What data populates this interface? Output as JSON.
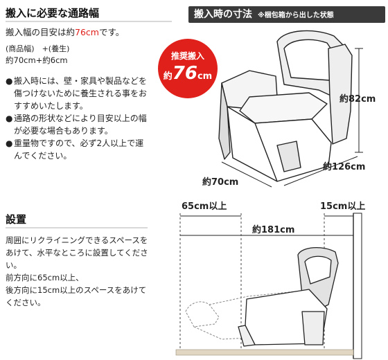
{
  "passage": {
    "title": "搬入に必要な通路幅",
    "width_prefix": "搬入幅の目安は約",
    "width_value": "76cm",
    "width_suffix": "です。",
    "formula_line1": "(商品幅)　+(養生)",
    "formula_line2": "約70cm+約6cm",
    "bullet_marker": "●",
    "bullets": [
      "搬入時には、壁・家具や製品などを傷つけないために養生される事をおすすめいたします。",
      "通路の形状などにより目安以上の幅が必要な場合もあります。",
      "重量物ですので、必ず2人以上で運んでください。"
    ]
  },
  "dimensions": {
    "title": "搬入時の寸法",
    "note": "※梱包箱から出した状態",
    "badge_line1": "推奨搬入",
    "badge_prefix": "約",
    "badge_value": "76",
    "badge_unit": "cm",
    "height": "約82cm",
    "depth": "約126cm",
    "width": "約70cm"
  },
  "install": {
    "title": "設置",
    "lines": [
      "周囲にリクライニングできるスペースをあけて、水平なところに設置してください。",
      "前方向に65cm以上、",
      "後方向に15cm以上のスペースをあけてください。"
    ],
    "front_clearance": "65cm以上",
    "back_clearance": "15cm以上",
    "total_length": "約181cm"
  },
  "colors": {
    "accent_red": "#e0201b",
    "dark_bar": "#3a3a3a",
    "floor": "#e0d6c2"
  }
}
